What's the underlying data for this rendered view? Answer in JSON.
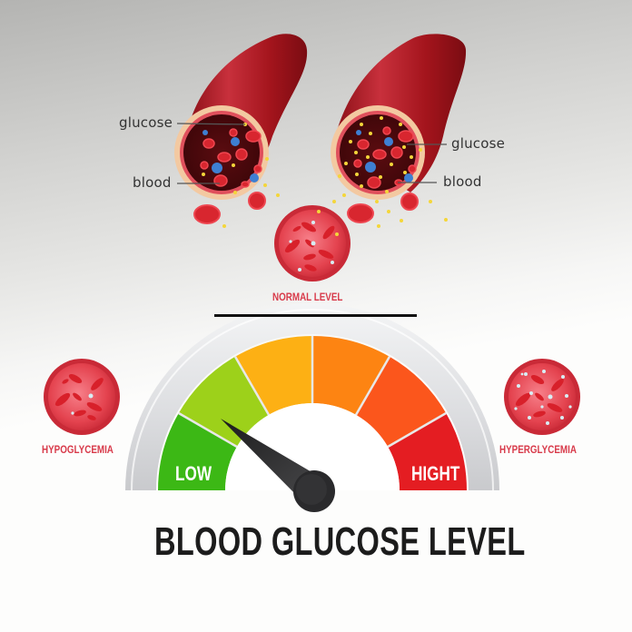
{
  "diagram": {
    "title": "BLOOD GLUCOSE LEVEL",
    "vessels": [
      {
        "id": "normal-vessel",
        "labels": {
          "glucose": "glucose",
          "blood": "blood"
        },
        "glucose_density": "low"
      },
      {
        "id": "high-vessel",
        "labels": {
          "glucose": "glucose",
          "blood": "blood"
        },
        "glucose_density": "high"
      }
    ],
    "cells": {
      "normal": {
        "label": "NORMAL LEVEL"
      },
      "hypo": {
        "label": "HYPOGLYCEMIA"
      },
      "hyper": {
        "label": "HYPERGLYCEMIA"
      }
    },
    "gauge": {
      "low_label": "LOW",
      "high_label": "HIGHT",
      "segments": [
        {
          "name": "green",
          "color": "#3cb815"
        },
        {
          "name": "lime",
          "color": "#9dd11a"
        },
        {
          "name": "yellow-orange",
          "color": "#fdb014"
        },
        {
          "name": "orange",
          "color": "#fd8412"
        },
        {
          "name": "red-orange",
          "color": "#fb561c"
        },
        {
          "name": "red",
          "color": "#e41d22"
        }
      ],
      "needle_position": "low-to-lime boundary"
    },
    "colors": {
      "vessel_red": "#a8141c",
      "cell_red": "#e23a47",
      "label_red": "#d83a4a",
      "glucose_yellow": "#f4d63a",
      "needle": "#2e2e30"
    }
  }
}
